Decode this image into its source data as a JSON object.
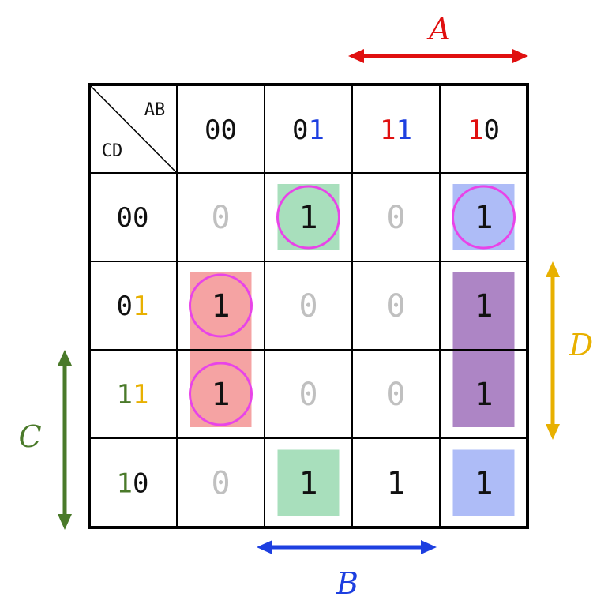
{
  "corner": {
    "top_label": "AB",
    "left_label": "CD"
  },
  "column_headers": [
    {
      "bits": [
        {
          "char": "0",
          "color": "#111111"
        },
        {
          "char": "0",
          "color": "#111111"
        }
      ]
    },
    {
      "bits": [
        {
          "char": "0",
          "color": "#111111"
        },
        {
          "char": "1",
          "color": "#1d3fe0"
        }
      ]
    },
    {
      "bits": [
        {
          "char": "1",
          "color": "#e01010"
        },
        {
          "char": "1",
          "color": "#1d3fe0"
        }
      ]
    },
    {
      "bits": [
        {
          "char": "1",
          "color": "#e01010"
        },
        {
          "char": "0",
          "color": "#111111"
        }
      ]
    }
  ],
  "row_headers": [
    {
      "bits": [
        {
          "char": "0",
          "color": "#111111"
        },
        {
          "char": "0",
          "color": "#111111"
        }
      ]
    },
    {
      "bits": [
        {
          "char": "0",
          "color": "#111111"
        },
        {
          "char": "1",
          "color": "#e8b000"
        }
      ]
    },
    {
      "bits": [
        {
          "char": "1",
          "color": "#4a7a2a"
        },
        {
          "char": "1",
          "color": "#e8b000"
        }
      ]
    },
    {
      "bits": [
        {
          "char": "1",
          "color": "#4a7a2a"
        },
        {
          "char": "0",
          "color": "#111111"
        }
      ]
    }
  ],
  "cells": [
    [
      "0",
      "1",
      "0",
      "1"
    ],
    [
      "1",
      "0",
      "0",
      "1"
    ],
    [
      "1",
      "0",
      "0",
      "1"
    ],
    [
      "0",
      "1",
      "1",
      "1"
    ]
  ],
  "cell_colors": {
    "zero": "#c0c0c0",
    "one": "#111111"
  },
  "circled_cells": [
    [
      0,
      1
    ],
    [
      0,
      3
    ],
    [
      1,
      0
    ],
    [
      2,
      0
    ]
  ],
  "highlights": [
    {
      "name": "green-group",
      "color": "#a8dfbc",
      "cells": [
        [
          0,
          1
        ],
        [
          3,
          1
        ]
      ]
    },
    {
      "name": "red-group",
      "color": "#f5a3a3",
      "cells": [
        [
          1,
          0
        ],
        [
          2,
          0
        ]
      ]
    },
    {
      "name": "blue-group",
      "color": "#aebcf7",
      "cells": [
        [
          0,
          3
        ],
        [
          3,
          3
        ]
      ]
    },
    {
      "name": "purple-group",
      "color": "#ad85c5",
      "cells": [
        [
          1,
          3
        ],
        [
          2,
          3
        ]
      ]
    }
  ],
  "circle_color": "#e844e8",
  "variables": [
    {
      "label": "A",
      "color": "#e01010"
    },
    {
      "label": "B",
      "color": "#1d3fe0"
    },
    {
      "label": "C",
      "color": "#4a7a2a"
    },
    {
      "label": "D",
      "color": "#e8b000"
    }
  ]
}
